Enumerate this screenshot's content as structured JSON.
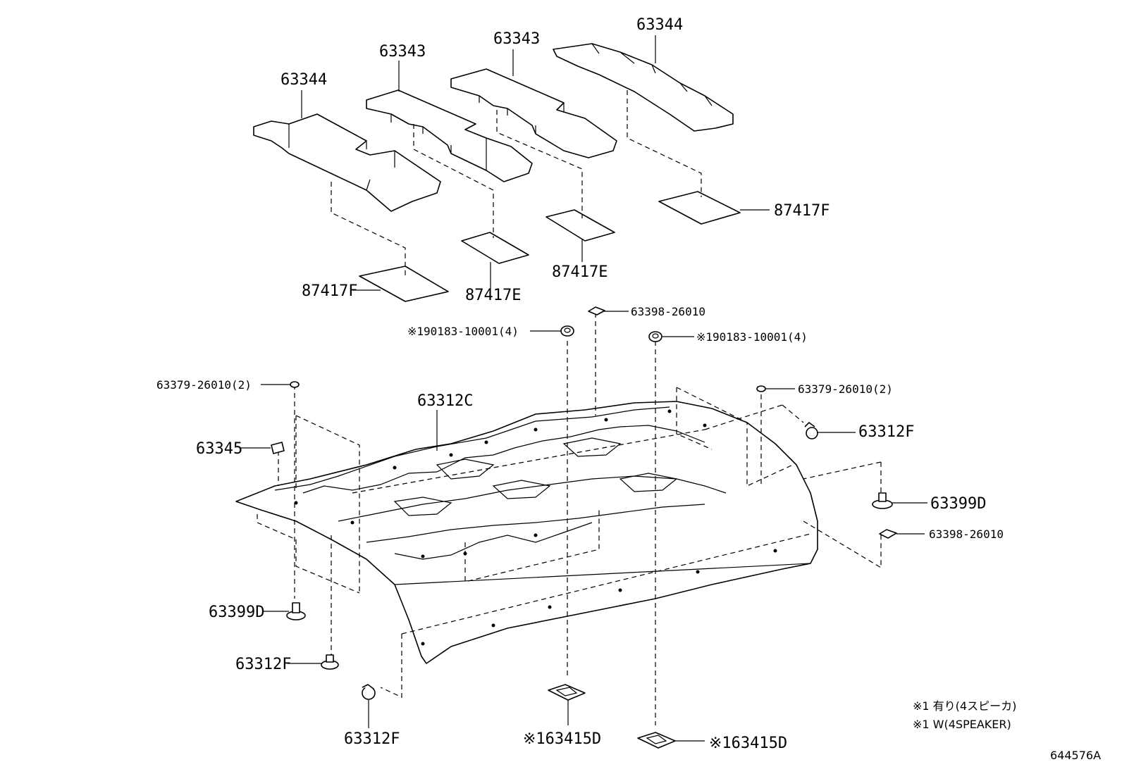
{
  "diagram": {
    "part_labels": {
      "p63344_left": "63344",
      "p63343_a": "63343",
      "p63343_b": "63343",
      "p63344_right": "63344",
      "p87417F_left": "87417F",
      "p87417E_a": "87417E",
      "p87417E_b": "87417E",
      "p87417F_right": "87417F",
      "p63398_top": "63398-26010",
      "p90183_a": "※190183-10001(4)",
      "p90183_b": "※190183-10001(4)",
      "p63379_left": "63379-26010(2)",
      "p63379_right": "63379-26010(2)",
      "p63312C": "63312C",
      "p63345": "63345",
      "p63312F_right": "63312F",
      "p63399D_right": "63399D",
      "p63398_right": "63398-26010",
      "p63399D_left": "63399D",
      "p63312F_left": "63312F",
      "p63312F_bottom": "63312F",
      "p63415D_a": "※163415D",
      "p63415D_b": "※163415D"
    },
    "notes": {
      "note1": "※1 有り(4スピーカ)",
      "note2": "※1 W(4SPEAKER)"
    },
    "figure_code": "644576A"
  }
}
